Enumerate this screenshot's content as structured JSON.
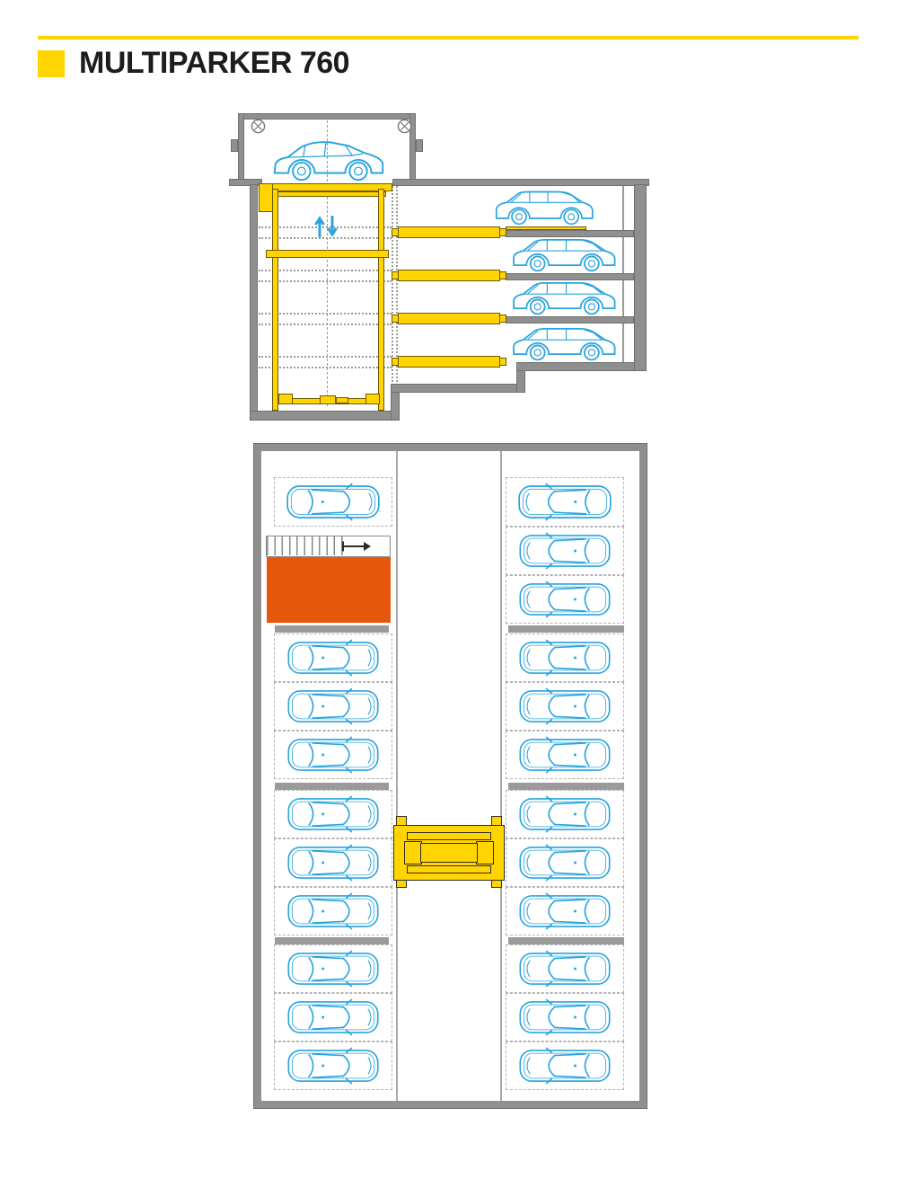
{
  "header": {
    "title": "MULTIPARKER 760"
  },
  "palette": {
    "accent_yellow": "#FFD400",
    "stair_orange": "#E5570D",
    "car_blue": "#2AA4DE",
    "wall_gray": "#8F8F8F",
    "divider_gray": "#9A9A9A"
  },
  "section_view": {
    "label": "cross-section",
    "surface_cabin_cars": 1,
    "underground_levels": 4,
    "cars_per_level": 1,
    "transfer_pallets": 4,
    "icons": [
      "anchor-bolt-icon",
      "up-arrow-icon",
      "down-arrow-icon"
    ]
  },
  "plan_view": {
    "label": "floor-plan",
    "left_column": {
      "car_stalls": 10,
      "has_staircase": true
    },
    "right_column": {
      "car_stalls": 12
    },
    "total_car_stalls": 22,
    "divider_bars_per_column": 3,
    "staircase_arrow_direction": "right",
    "shuttle_lift": {
      "position": "center-aisle",
      "color": "#FFD400"
    }
  }
}
